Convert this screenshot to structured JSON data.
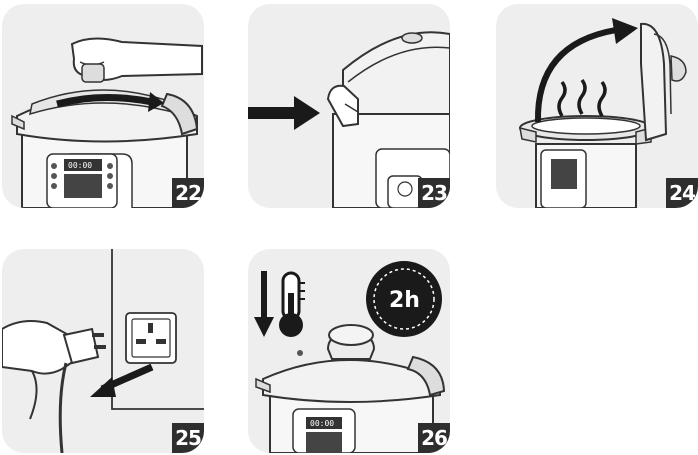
{
  "steps": [
    {
      "number": "22"
    },
    {
      "number": "23"
    },
    {
      "number": "24"
    },
    {
      "number": "25"
    },
    {
      "number": "26"
    }
  ],
  "display": {
    "digits": "00:00"
  },
  "timer": {
    "label": "2h"
  },
  "colors": {
    "panel": "#eeeeee",
    "badge": "#2e2e2e",
    "ink": "#1a1a1a"
  }
}
